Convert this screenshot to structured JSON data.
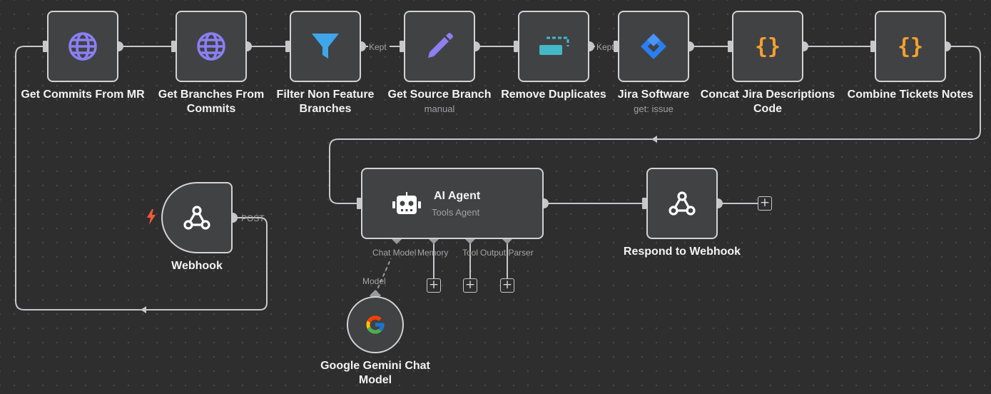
{
  "canvas": {
    "background": "#2e2e2e",
    "node_fill": "#414244",
    "wire_color": "#c7c7cb"
  },
  "nodes": {
    "get_commits": {
      "label": "Get Commits From MR",
      "icon": "globe-icon"
    },
    "get_branches": {
      "label": "Get Branches From\nCommits",
      "icon": "globe-icon"
    },
    "filter_branches": {
      "label": "Filter Non Feature\nBranches",
      "icon": "funnel-icon",
      "output_label": "Kept"
    },
    "get_source_branch": {
      "label": "Get Source Branch",
      "subtitle": "manual",
      "icon": "pencil-icon"
    },
    "remove_duplicates": {
      "label": "Remove Duplicates",
      "icon": "dedupe-icon",
      "output_label": "Kept"
    },
    "jira": {
      "label": "Jira Software",
      "subtitle": "get: issue",
      "icon": "jira-icon"
    },
    "concat_jira": {
      "label": "Concat Jira Descriptions\nCode",
      "icon": "braces-icon"
    },
    "combine_tickets": {
      "label": "Combine Tickets Notes",
      "icon": "braces-icon"
    },
    "webhook": {
      "label": "Webhook",
      "icon": "webhook-icon",
      "output_label": "POST",
      "trigger_icon": "lightning-icon"
    },
    "ai_agent": {
      "title": "AI Agent",
      "subtitle": "Tools Agent",
      "icon": "robot-icon",
      "ports": {
        "chat_model": "Chat Model",
        "memory": "Memory",
        "tool": "Tool",
        "output_parser": "Output Parser"
      }
    },
    "respond_webhook": {
      "label": "Respond to Webhook",
      "icon": "webhook-icon"
    },
    "gemini": {
      "label": "Google Gemini Chat\nModel",
      "icon": "google-icon",
      "output_label": "Model"
    }
  },
  "colors": {
    "globe": "#8b7ff2",
    "funnel": "#3fa6ec",
    "pencil": "#8b7ff2",
    "dedupe": "#44b8c8",
    "jira": "#2a7ff0",
    "braces": "#f5a030",
    "trigger": "#ef5a3c"
  }
}
